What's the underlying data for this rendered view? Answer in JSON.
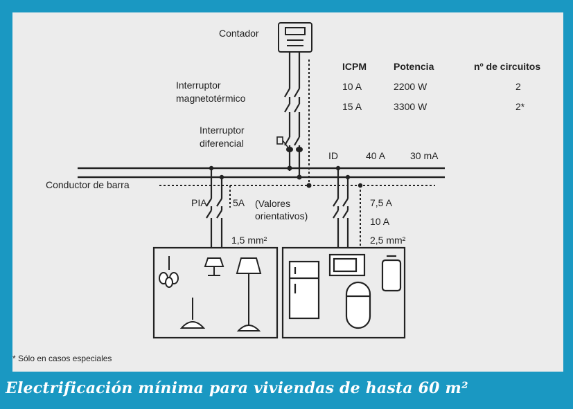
{
  "diagram": {
    "meter_label": "Contador",
    "breaker_label_line1": "Interruptor",
    "breaker_label_line2": "magnetotérmico",
    "differential_label_line1": "Interruptor",
    "differential_label_line2": "diferencial",
    "busbar_label": "Conductor de barra",
    "pia_label": "PIA",
    "sa_label": "5A",
    "orientative_line1": "(Valores",
    "orientative_line2": "orientativos)",
    "section_left": "1,5 mm²",
    "id_label": "ID",
    "id_current": "40 A",
    "id_sensitivity": "30 mA",
    "right_current_1": "7,5 A",
    "right_current_2": "10 A",
    "section_right": "2,5 mm²",
    "footnote": "* Sólo en casos especiales"
  },
  "table": {
    "headers": [
      "ICPM",
      "Potencia",
      "nº de circuitos"
    ],
    "rows": [
      [
        "10 A",
        "2200 W",
        "2"
      ],
      [
        "15 A",
        "3300 W",
        "2*"
      ]
    ]
  },
  "caption": "Electrificación mínima para viviendas de hasta 60 m²",
  "colors": {
    "frame": "#1a98c2",
    "panel": "#ececec",
    "ink": "#222222"
  }
}
